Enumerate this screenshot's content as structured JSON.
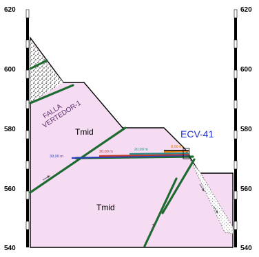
{
  "scale": {
    "ticks": [
      "620",
      "600",
      "580",
      "560",
      "540"
    ]
  },
  "units": [
    {
      "label": "Tmid",
      "id": "upper"
    },
    {
      "label": "Tmid",
      "id": "lower"
    }
  ],
  "fault_label": {
    "line1": "FALLA",
    "line2": "VERTEDOR-1"
  },
  "borehole": {
    "label": "ECV-41",
    "distance_labels": [
      {
        "text": "39,00 m",
        "color": "#2b3fbf"
      },
      {
        "text": "30,00 m",
        "color": "#c0392b"
      },
      {
        "text": "20,00 m",
        "color": "#2a8a8a"
      },
      {
        "text": "8,00 m",
        "color": "#e07b00"
      }
    ]
  },
  "colors": {
    "rock_fill": "#f5dcf2",
    "fault_green": "#1e6b32",
    "outline": "#000000",
    "borehole_label": "#1f2fd0"
  }
}
